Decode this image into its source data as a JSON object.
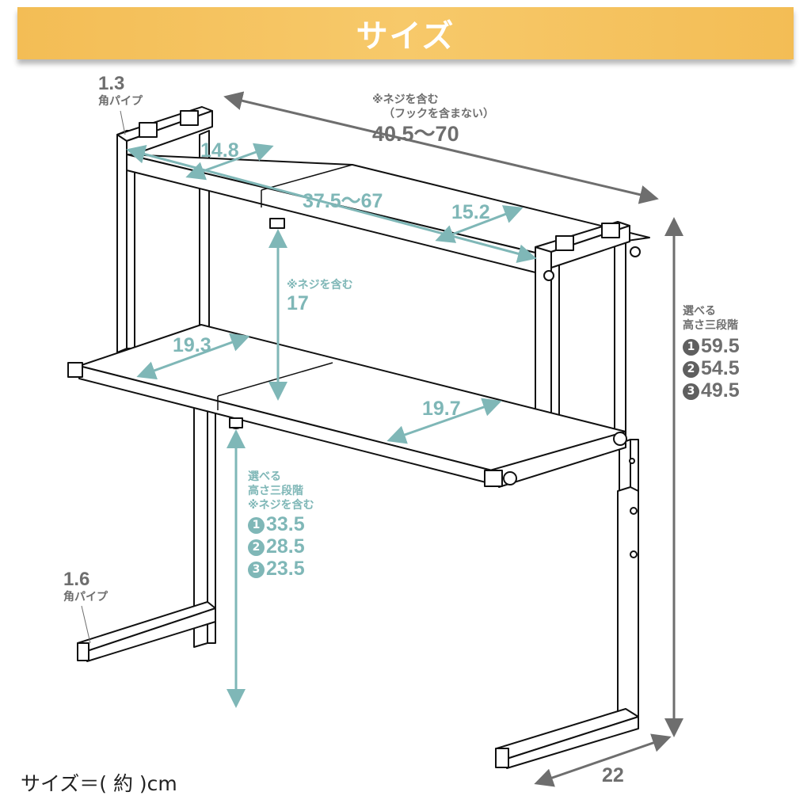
{
  "header": {
    "title": "サイズ"
  },
  "colors": {
    "banner": "#f5c25e",
    "banner_text": "#ffffff",
    "dimension_gray": "#6e6e6e",
    "dimension_teal": "#7fb7b7",
    "line_art": "#111111"
  },
  "labels": {
    "top_pipe": {
      "value": "1.3",
      "caption": "角パイプ"
    },
    "bottom_pipe": {
      "value": "1.6",
      "caption": "角パイプ"
    },
    "overall_width": {
      "note1": "※ネジを含む",
      "note2": "（フックを含まない）",
      "value": "40.5〜70"
    },
    "top_shelf_depth_left": {
      "value": "14.8"
    },
    "top_shelf_width": {
      "value": "37.5〜67"
    },
    "top_shelf_depth_right": {
      "value": "15.2"
    },
    "shelf_gap": {
      "note": "※ネジを含む",
      "value": "17"
    },
    "bottom_shelf_depth_left": {
      "value": "19.3"
    },
    "bottom_shelf_depth_right": {
      "value": "19.7"
    },
    "overall_height": {
      "line1": "選べる",
      "line2": "高さ三段階",
      "options": [
        {
          "marker": "1",
          "value": "59.5"
        },
        {
          "marker": "2",
          "value": "54.5"
        },
        {
          "marker": "3",
          "value": "49.5"
        }
      ]
    },
    "bottom_shelf_height": {
      "line1": "選べる",
      "line2": "高さ三段階",
      "note": "※ネジを含む",
      "options": [
        {
          "marker": "1",
          "value": "33.5"
        },
        {
          "marker": "2",
          "value": "28.5"
        },
        {
          "marker": "3",
          "value": "23.5"
        }
      ]
    },
    "base_depth": {
      "value": "22"
    }
  },
  "footer": {
    "unit_note": "サイズ＝( 約 )cm"
  }
}
